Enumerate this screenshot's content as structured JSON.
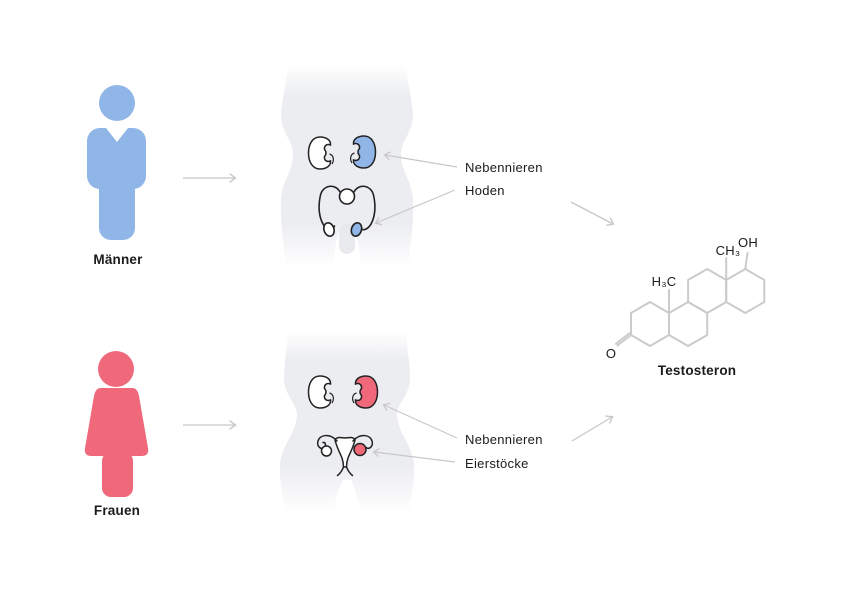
{
  "colors": {
    "male": "#8FB6E7",
    "female": "#F0697B",
    "torso": "#ECEDF1",
    "torso-shade": "#E4E6EA",
    "outline": "#222222",
    "arrow": "#C8C8C8",
    "skeleton": "#C9CBCD",
    "ink": "#1B1B1B"
  },
  "male": {
    "figure_label": "Männer",
    "adrenal_label": "Nebennieren",
    "gonad_label": "Hoden"
  },
  "female": {
    "figure_label": "Frauen",
    "adrenal_label": "Nebennieren",
    "gonad_label": "Eierstöcke"
  },
  "molecule": {
    "name": "Testosteron",
    "hydroxyl": "OH",
    "methyl_top": "CH₃",
    "methyl_left": "H₃C",
    "ketone_oxygen": "O"
  }
}
